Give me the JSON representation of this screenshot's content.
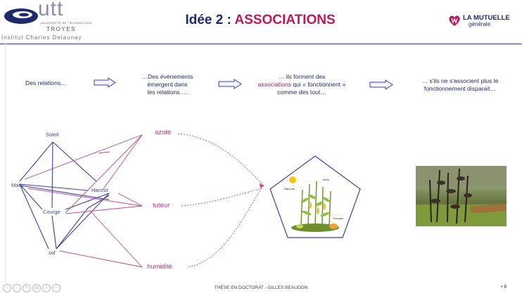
{
  "header": {
    "logo_left": {
      "word": "utt",
      "subtitle": "UNIVERSITÉ DE TECHNOLOGIE",
      "city": "TROYES",
      "institute": "Institut Charles Delaunay"
    },
    "title_prefix": "Idée 2 : ",
    "title_accent": "ASSOCIATIONS",
    "logo_right": {
      "main": "LA MUTUELLE",
      "sub": "générale"
    }
  },
  "steps": {
    "s1": "Des relations…",
    "s2_l1": "…Des évènements",
    "s2_l2": "émergent dans",
    "s2_l3": "les relations….",
    "s3_l1": "… ils forment des",
    "s3_pink": "associations",
    "s3_l2b": " qui « fonctionnent »",
    "s3_l3": "comme des tout…",
    "s4_l1": "… s'ils ne s'associent plus le",
    "s4_l2": "fonctionnement disparait…"
  },
  "network": {
    "nodes": [
      "Soleil",
      "Maïs",
      "Haricot",
      "Courge",
      "sol"
    ],
    "emergent": [
      "azote",
      "tuteur",
      "humidité"
    ]
  },
  "pentagon_labels": [
    "Haricots",
    "Maïs",
    "Courges"
  ],
  "footer": {
    "text": "THÈSE EN DOCTORAT - GILLES BEAUDON",
    "page": "• 8"
  },
  "colors": {
    "blue": "#3c3fa8",
    "pink": "#c2488b",
    "title_blue": "#1f2a6b",
    "accent": "#c2185b"
  }
}
